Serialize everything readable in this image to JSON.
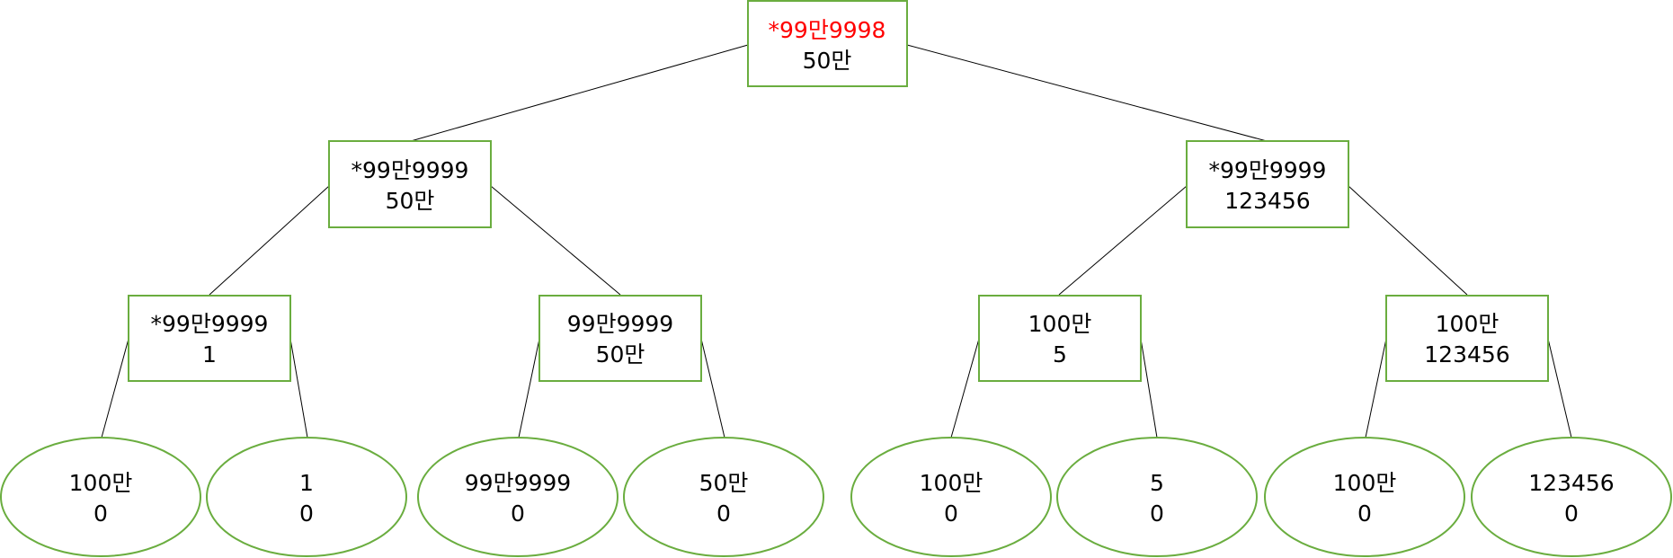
{
  "colors": {
    "node_border": "#6aad3f",
    "edge": "#000000",
    "highlight_text": "#ff0000"
  },
  "tree": {
    "root": {
      "line1": "*99만9998",
      "line2": "50만"
    },
    "l1_left": {
      "line1": "*99만9999",
      "line2": "50만"
    },
    "l1_right": {
      "line1": "*99만9999",
      "line2": "123456"
    },
    "l2_a": {
      "line1": "*99만9999",
      "line2": "1"
    },
    "l2_b": {
      "line1": "99만9999",
      "line2": "50만"
    },
    "l2_c": {
      "line1": "100만",
      "line2": "5"
    },
    "l2_d": {
      "line1": "100만",
      "line2": "123456"
    },
    "leaves": [
      {
        "line1": "100만",
        "line2": "0"
      },
      {
        "line1": "1",
        "line2": "0"
      },
      {
        "line1": "99만9999",
        "line2": "0"
      },
      {
        "line1": "50만",
        "line2": "0"
      },
      {
        "line1": "100만",
        "line2": "0"
      },
      {
        "line1": "5",
        "line2": "0"
      },
      {
        "line1": "100만",
        "line2": "0"
      },
      {
        "line1": "123456",
        "line2": "0"
      }
    ]
  }
}
